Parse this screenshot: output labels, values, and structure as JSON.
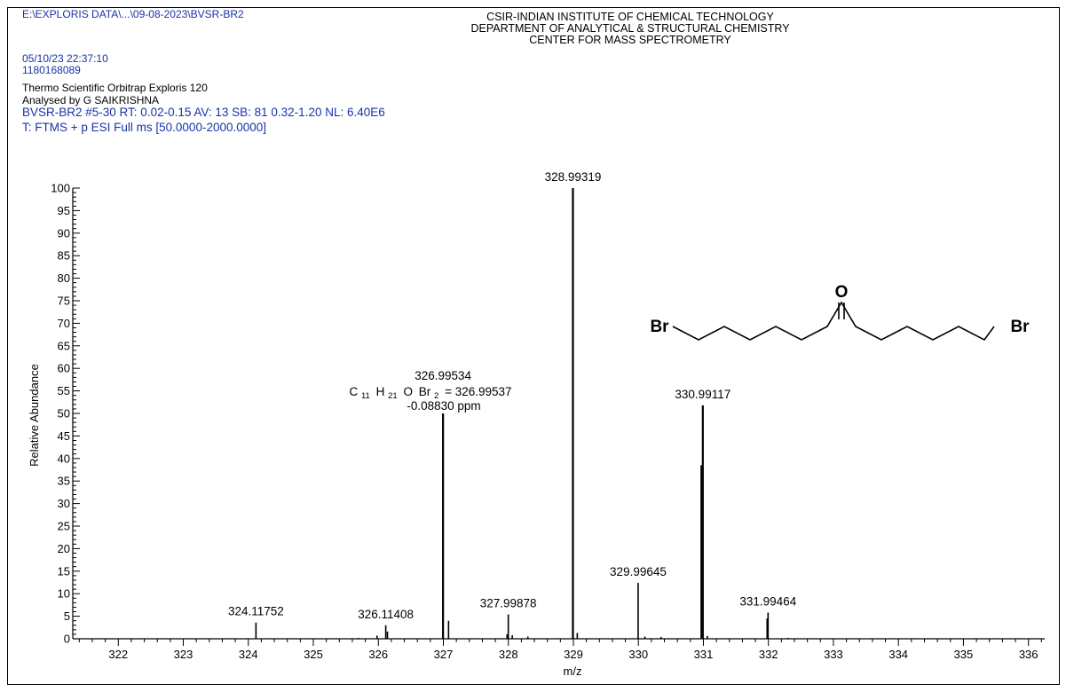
{
  "header": {
    "file_path": "E:\\EXPLORIS DATA\\...\\09-08-2023\\BVSR-BR2",
    "institute": [
      "CSIR-INDIAN INSTITUTE OF CHEMICAL TECHNOLOGY",
      "DEPARTMENT OF ANALYTICAL & STRUCTURAL CHEMISTRY",
      "CENTER FOR MASS SPECTROMETRY"
    ],
    "datetime": "05/10/23 22:37:10",
    "id_number": "1180168089",
    "instrument": "Thermo Scientific Orbitrap Exploris 120",
    "analysed_by": "Analysed by G SAIKRISHNA",
    "scan_info": "BVSR-BR2 #5-30  RT: 0.02-0.15  AV: 13  SB: 81  0.32-1.20  NL: 6.40E6",
    "filter": "T: FTMS + p ESI Full ms [50.0000-2000.0000]"
  },
  "colors": {
    "header_blue": "#1a33a8",
    "peak": "#000000"
  },
  "structure": {
    "left_atom": "Br",
    "right_atom": "Br",
    "carbonyl_atom": "O"
  },
  "chart_data": {
    "type": "bar",
    "title": "",
    "xlabel": "m/z",
    "ylabel": "Relative Abundance",
    "xlim": [
      321.3,
      336.25
    ],
    "ylim": [
      0,
      100
    ],
    "x_ticks": [
      322,
      323,
      324,
      325,
      326,
      327,
      328,
      329,
      330,
      331,
      332,
      333,
      334,
      335,
      336
    ],
    "y_ticks": [
      0,
      5,
      10,
      15,
      20,
      25,
      30,
      35,
      40,
      45,
      50,
      55,
      60,
      65,
      70,
      75,
      80,
      85,
      90,
      95,
      100
    ],
    "grid": false,
    "peaks": [
      {
        "mz": 324.11752,
        "intensity": 3.6
      },
      {
        "mz": 325.7,
        "intensity": 0.2
      },
      {
        "mz": 325.98,
        "intensity": 0.7
      },
      {
        "mz": 326.11408,
        "intensity": 3.0
      },
      {
        "mz": 326.14,
        "intensity": 1.6
      },
      {
        "mz": 326.99534,
        "intensity": 50.0
      },
      {
        "mz": 327.08,
        "intensity": 4.0
      },
      {
        "mz": 327.98,
        "intensity": 1.0
      },
      {
        "mz": 327.99878,
        "intensity": 5.4
      },
      {
        "mz": 328.06,
        "intensity": 0.8
      },
      {
        "mz": 328.3,
        "intensity": 0.5
      },
      {
        "mz": 328.99319,
        "intensity": 100.0
      },
      {
        "mz": 329.06,
        "intensity": 1.3
      },
      {
        "mz": 329.99645,
        "intensity": 12.4
      },
      {
        "mz": 330.1,
        "intensity": 0.5
      },
      {
        "mz": 330.35,
        "intensity": 0.4
      },
      {
        "mz": 330.97,
        "intensity": 38.5
      },
      {
        "mz": 330.99117,
        "intensity": 51.8
      },
      {
        "mz": 331.06,
        "intensity": 0.6
      },
      {
        "mz": 331.98,
        "intensity": 4.5
      },
      {
        "mz": 331.99464,
        "intensity": 5.8
      },
      {
        "mz": 332.3,
        "intensity": 0.2
      }
    ],
    "peak_labels": [
      {
        "mz": 324.11752,
        "text": "324.11752"
      },
      {
        "mz": 326.11408,
        "text": "326.11408"
      },
      {
        "mz": 326.99534,
        "text": "326.99534"
      },
      {
        "mz": 327.99878,
        "text": "327.99878"
      },
      {
        "mz": 328.99319,
        "text": "328.99319"
      },
      {
        "mz": 329.99645,
        "text": "329.99645"
      },
      {
        "mz": 330.99117,
        "text": "330.99117"
      },
      {
        "mz": 331.99464,
        "text": "331.99464"
      }
    ],
    "annotation": {
      "mz": 326.99534,
      "formula": {
        "c": "C",
        "c_n": "11",
        "h": "H",
        "h_n": "21",
        "o": "O",
        "br": "Br",
        "br_n": "2",
        "calc": "= 326.99537"
      },
      "ppm": "-0.08830 ppm"
    }
  }
}
